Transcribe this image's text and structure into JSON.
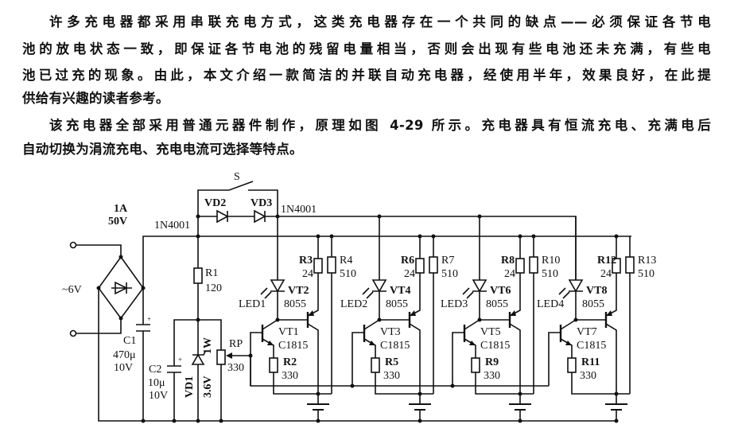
{
  "text": {
    "paragraph1_lines": [
      "许多充电器都采用串联充电方式，这类充电器存在一个共同的缺点——必须保证各节电",
      "池的放电状态一致，即保证各节电池的残留电量相当，否则会出现有些电池还未充满，有些电",
      "池已过充的现象。由此，本文介绍一款简洁的并联自动充电器，经使用半年，效果良好，在此提",
      "供给有兴趣的读者参考。"
    ],
    "paragraph2_lines": [
      "该充电器全部采用普通元器件制作，原理如图 4-29 所示。充电器具有恒流充电、充满电后",
      "自动切换为涓流充电、充电电流可选择等特点。"
    ]
  },
  "diagram": {
    "input": {
      "label": "~6V"
    },
    "bridge": {
      "rating_current": "1A",
      "rating_voltage": "50V"
    },
    "c1": {
      "name": "C1",
      "value": "470μ",
      "voltage": "10V"
    },
    "switch": {
      "name": "S"
    },
    "vd2": {
      "name": "VD2",
      "part": "1N4001"
    },
    "vd3": {
      "name": "VD3",
      "part": "1N4001"
    },
    "r1": {
      "name": "R1",
      "value": "120"
    },
    "c2": {
      "name": "C2",
      "value": "10μ",
      "voltage": "10V"
    },
    "vd1": {
      "name": "VD1",
      "rating": "3.6V",
      "power": "1W"
    },
    "rp": {
      "name": "RP",
      "value": "330"
    },
    "cells": [
      {
        "led": "LED1",
        "vt_power": "VT2",
        "vt_power_part": "8055",
        "vt_ctrl": "VT1",
        "vt_ctrl_part": "C1815",
        "r_e": "R2",
        "r_e_val": "330",
        "r_c": "R3",
        "r_c_val": "24",
        "r_s": "R4",
        "r_s_val": "510"
      },
      {
        "led": "LED2",
        "vt_power": "VT4",
        "vt_power_part": "8055",
        "vt_ctrl": "VT3",
        "vt_ctrl_part": "C1815",
        "r_e": "R5",
        "r_e_val": "330",
        "r_c": "R6",
        "r_c_val": "24",
        "r_s": "R7",
        "r_s_val": "510"
      },
      {
        "led": "LED3",
        "vt_power": "VT6",
        "vt_power_part": "8055",
        "vt_ctrl": "VT5",
        "vt_ctrl_part": "C1815",
        "r_e": "R9",
        "r_e_val": "330",
        "r_c": "R8",
        "r_c_val": "24",
        "r_s": "R10",
        "r_s_val": "510"
      },
      {
        "led": "LED4",
        "vt_power": "VT8",
        "vt_power_part": "8055",
        "vt_ctrl": "VT7",
        "vt_ctrl_part": "C1815",
        "r_e": "R11",
        "r_e_val": "330",
        "r_c": "R12",
        "r_c_val": "24",
        "r_s": "R13",
        "r_s_val": "510"
      }
    ]
  }
}
